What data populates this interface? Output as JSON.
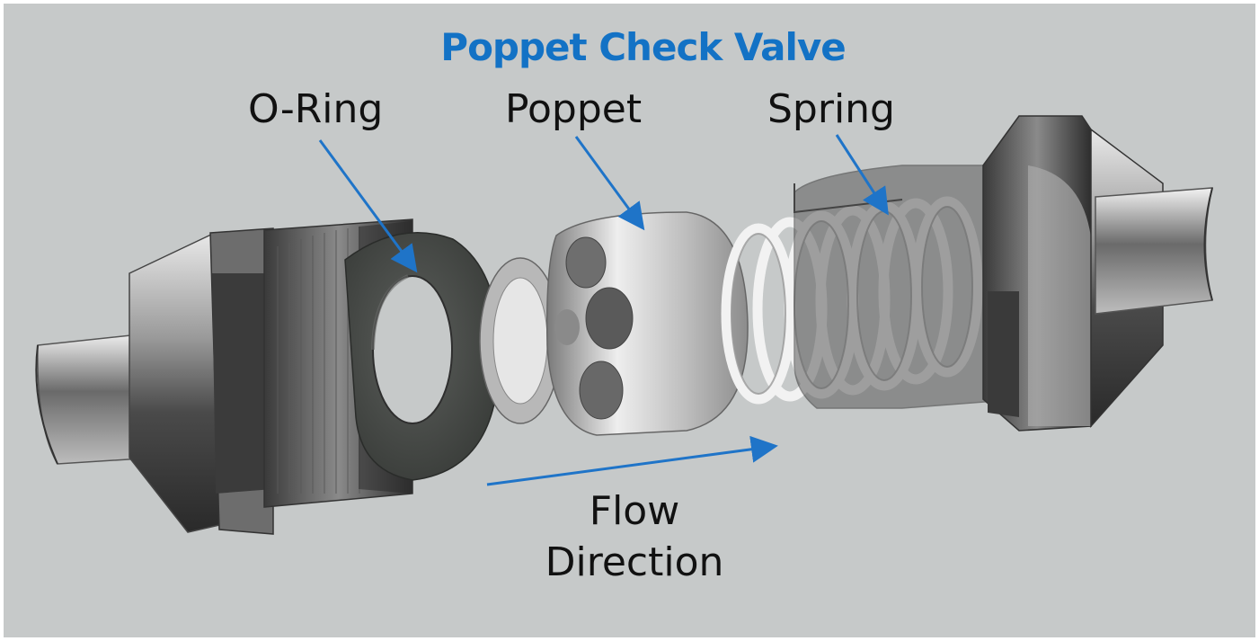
{
  "title": "Poppet Check Valve",
  "labels": {
    "oring": "O-Ring",
    "poppet": "Poppet",
    "spring": "Spring",
    "flow_line1": "Flow",
    "flow_line2": "Direction"
  },
  "colors": {
    "background": "#c6c9c9",
    "title": "#1372c5",
    "arrow": "#1f74c8",
    "text": "#111111"
  }
}
